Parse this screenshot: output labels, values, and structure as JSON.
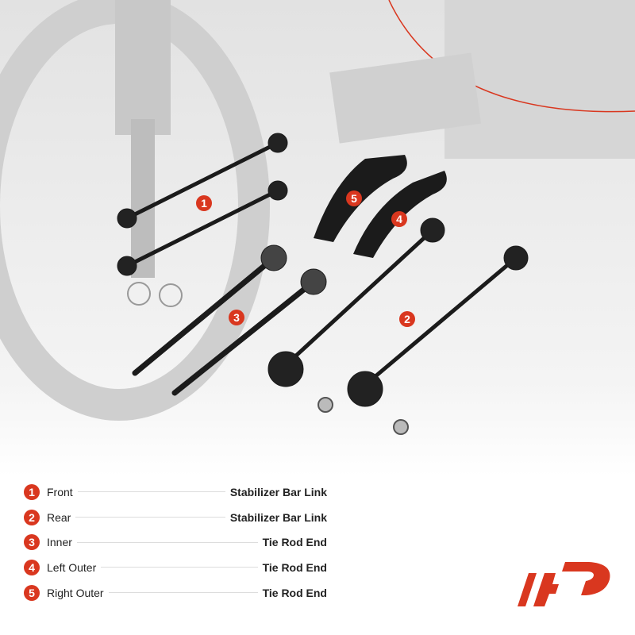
{
  "callouts": [
    {
      "number": "1"
    },
    {
      "number": "2"
    },
    {
      "number": "3"
    },
    {
      "number": "4"
    },
    {
      "number": "5"
    }
  ],
  "legend": [
    {
      "number": "1",
      "position": "Front",
      "part": "Stabilizer Bar Link"
    },
    {
      "number": "2",
      "position": "Rear",
      "part": "Stabilizer Bar Link"
    },
    {
      "number": "3",
      "position": "Inner",
      "part": "Tie Rod End"
    },
    {
      "number": "4",
      "position": "Left Outer",
      "part": "Tie Rod End"
    },
    {
      "number": "5",
      "position": "Right Outer",
      "part": "Tie Rod End"
    }
  ],
  "colors": {
    "accent": "#d9371f",
    "text": "#222222"
  }
}
